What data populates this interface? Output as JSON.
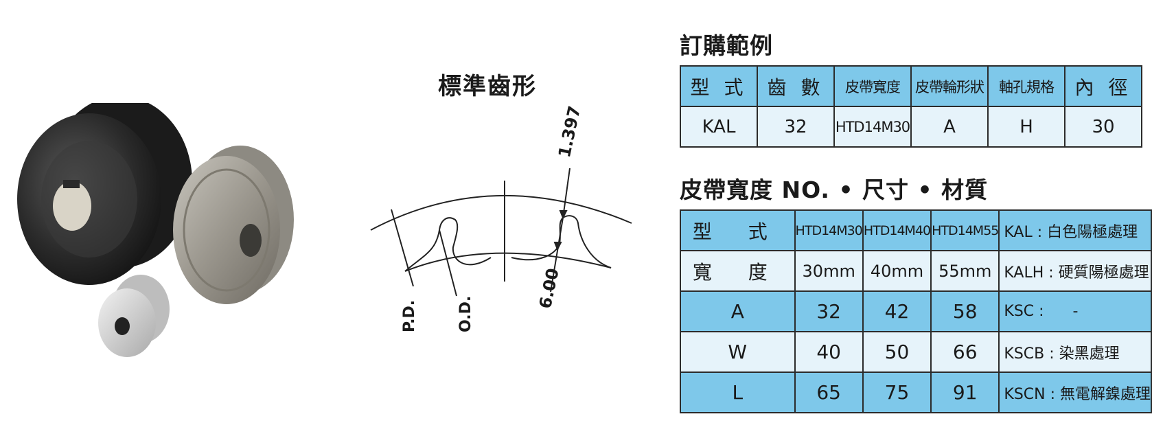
{
  "tooth_profile": {
    "title": "標準齒形",
    "dims": {
      "top": "1.397",
      "depth": "6.00",
      "pd": "P.D.",
      "od": "O.D."
    }
  },
  "order_example": {
    "title": "訂購範例",
    "headers": [
      "型 式",
      "齒 數",
      "皮帶寬度",
      "皮帶輪形狀",
      "軸孔規格",
      "內 徑"
    ],
    "values": [
      "KAL",
      "32",
      "HTD14M30",
      "A",
      "H",
      "30"
    ]
  },
  "spec": {
    "title": "皮帶寬度 NO. • 尺寸 • 材質",
    "header": [
      "型 式",
      "HTD14M30",
      "HTD14M40",
      "HTD14M55",
      "KAL : 白色陽極處理"
    ],
    "rows": [
      {
        "label": "寬 度",
        "values": [
          "30mm",
          "40mm",
          "55mm"
        ],
        "note": "KALH : 硬質陽極處理"
      },
      {
        "label": "A",
        "values": [
          "32",
          "42",
          "58"
        ],
        "note": "KSC :      -"
      },
      {
        "label": "W",
        "values": [
          "40",
          "50",
          "66"
        ],
        "note": "KSCB : 染黑處理"
      },
      {
        "label": "L",
        "values": [
          "65",
          "75",
          "91"
        ],
        "note": "KSCN : 無電解鎳處理"
      }
    ]
  }
}
